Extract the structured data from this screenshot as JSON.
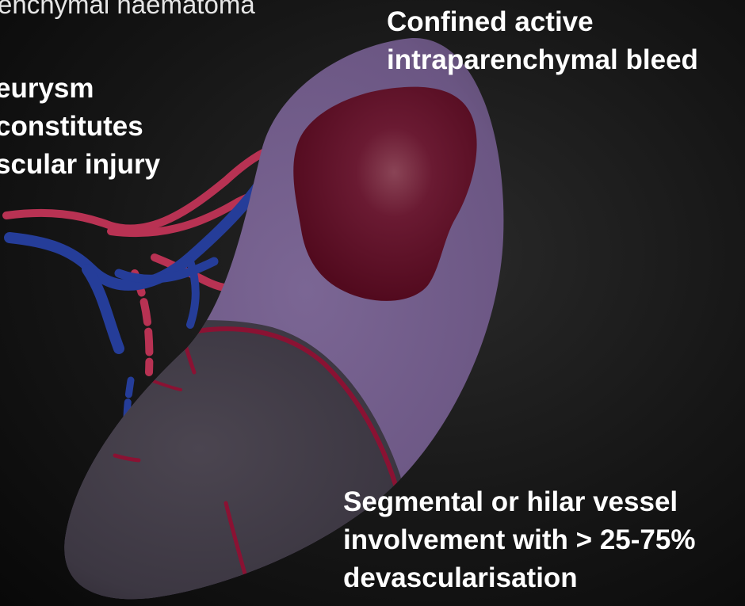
{
  "labels": {
    "top_left": "enchymal haematoma",
    "aneurysm": [
      "eurysm",
      "constitutes",
      "scular injury"
    ],
    "confined": [
      "Confined active",
      "intraparenchymal bleed"
    ],
    "segmental": [
      "Segmental or hilar vessel",
      "involvement with > 25-75%",
      "devascularisation"
    ]
  },
  "colors": {
    "kidney": "#6b5683",
    "kidney_devascularised": "#3e3844",
    "haematoma": "#5c0a22",
    "artery": "#b83253",
    "vein": "#253d99",
    "laceration": "#8a1233",
    "text": "#ffffff"
  }
}
